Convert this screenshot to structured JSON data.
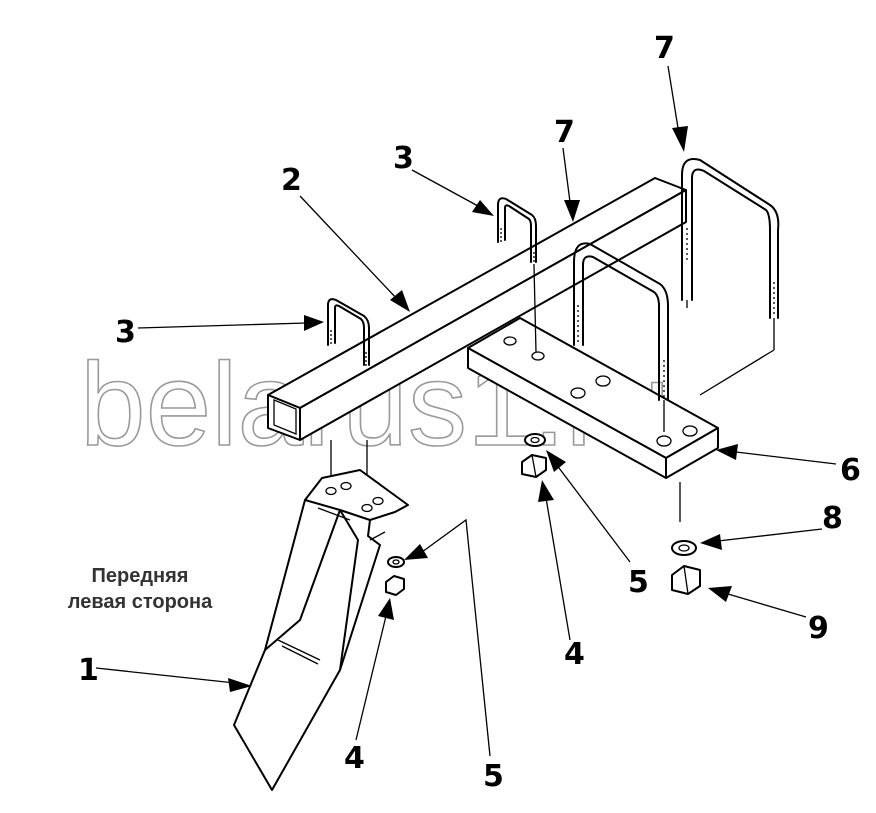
{
  "caption": {
    "line1": "Передняя",
    "line2": "левая сторона"
  },
  "watermark": "belarus1.ru",
  "callouts": {
    "c1": "1",
    "c2": "2",
    "c3a": "3",
    "c3b": "3",
    "c4a": "4",
    "c4b": "4",
    "c5a": "5",
    "c5b": "5",
    "c6": "6",
    "c7a": "7",
    "c7b": "7",
    "c8": "8",
    "c9": "9"
  }
}
